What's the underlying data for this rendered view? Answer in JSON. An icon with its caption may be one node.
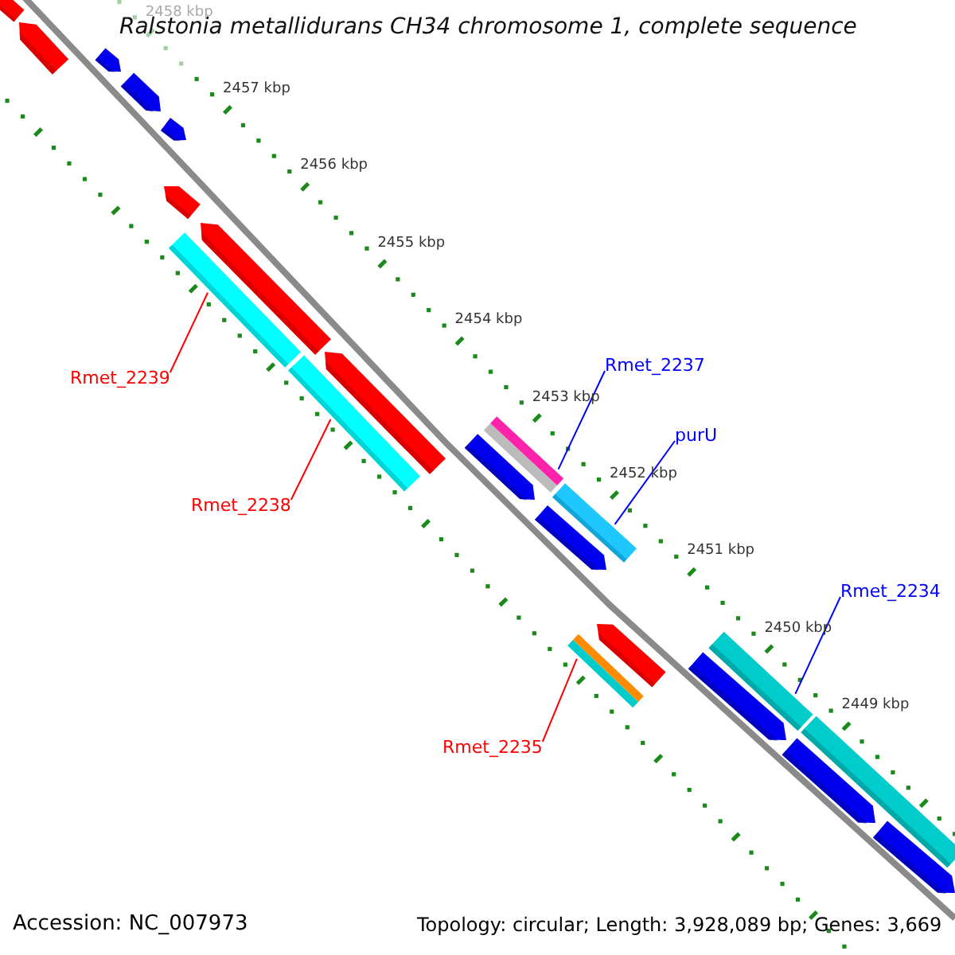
{
  "diagram": {
    "title": "Ralstonia metallidurans CH34 chromosome 1, complete sequence",
    "nodes": [
      {
        "text": [],
        "shape": "bar"
      },
      {
        "text": [],
        "shape": "arrow"
      },
      {
        "text": [],
        "shape": "arrow"
      },
      {
        "text": [],
        "shape": "arrow"
      },
      {
        "text": [],
        "shape": "arrow"
      },
      {
        "text": [],
        "shape": "arrow"
      },
      {
        "text": [],
        "shape": "arrow"
      },
      {
        "text": [],
        "shape": "bar"
      },
      {
        "text": [],
        "shape": "arrow"
      },
      {
        "text": [],
        "shape": "bar"
      },
      {
        "text": [],
        "shape": "bar"
      },
      {
        "text": [],
        "shape": "arrow"
      },
      {
        "text": [],
        "shape": "bar"
      },
      {
        "text": [],
        "shape": "arrow"
      },
      {
        "text": [],
        "shape": "arrow"
      },
      {
        "text": [],
        "shape": "bar"
      },
      {
        "text": [],
        "shape": "bar"
      },
      {
        "text": [],
        "shape": "arrow"
      },
      {
        "text": [],
        "shape": "bar"
      },
      {
        "text": [],
        "shape": "arrow"
      },
      {
        "text": [],
        "shape": "arrow"
      },
      {
        "text": [
          "Rmet_2237"
        ]
      },
      {
        "text": [
          "Rmet_2239"
        ]
      },
      {
        "text": [
          "purU"
        ]
      },
      {
        "text": [
          "Rmet_2238"
        ]
      },
      {
        "text": [
          "Rmet_2234"
        ]
      },
      {
        "text": [
          "Rmet_2235"
        ]
      }
    ],
    "edges": [
      {
        "from": 21,
        "to": 10,
        "arrow": "none",
        "color": "#0000ff"
      },
      {
        "from": 22,
        "to": 7,
        "arrow": "none",
        "color": "#ff0000"
      },
      {
        "from": 23,
        "to": 12,
        "arrow": "none",
        "color": "#0000ff"
      },
      {
        "from": 24,
        "to": 9,
        "arrow": "none",
        "color": "#ff0000"
      },
      {
        "from": 25,
        "to": 16,
        "arrow": "none",
        "color": "#0000ff"
      },
      {
        "from": 26,
        "to": 15,
        "arrow": "none",
        "color": "#ff0000"
      }
    ],
    "labels": [
      "2458 kbp",
      "2457 kbp",
      "2456 kbp",
      "2455 kbp",
      "2454 kbp",
      "2453 kbp",
      "2452 kbp",
      "2451 kbp",
      "2450 kbp",
      "2449 kbp",
      "Accession: NC_007973",
      "Topology: circular; Length: 3,928,089 bp; Genes: 3,669"
    ]
  }
}
